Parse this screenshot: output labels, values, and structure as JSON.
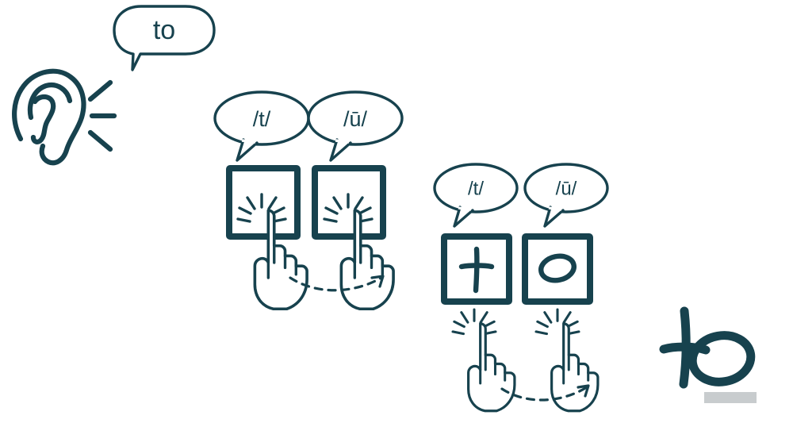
{
  "meta": {
    "title": "Phonics blending sequence: hear the word, tap the sounds, tap the letters, write the word",
    "background_color": "#ffffff",
    "ink_color": "#17424e",
    "highlight_bar_color": "#c8ccce",
    "target_word": "to"
  },
  "listening": {
    "ear_icon_name": "ear-icon",
    "sound_waves_count": 3,
    "spoken_bubble": {
      "text": "to",
      "shape": "stadium",
      "tail_direction": "down-left"
    }
  },
  "steps": [
    {
      "id": "step-1-sounds",
      "caption": "",
      "boxes": [
        {
          "id": "box-1-1",
          "letter": "",
          "phoneme": "/t/",
          "tapped": true
        },
        {
          "id": "box-1-2",
          "letter": "",
          "phoneme": "/ū/",
          "tapped": true
        }
      ],
      "sweep_arrow": {
        "style": "dashed",
        "direction": "left-to-right"
      }
    },
    {
      "id": "step-2-letters",
      "caption": "",
      "boxes": [
        {
          "id": "box-2-1",
          "letter": "t",
          "phoneme": "/t/",
          "tapped": true
        },
        {
          "id": "box-2-2",
          "letter": "o",
          "phoneme": "/ū/",
          "tapped": true
        }
      ],
      "sweep_arrow": {
        "style": "dashed",
        "direction": "left-to-right"
      }
    }
  ],
  "result": {
    "written_word": "to",
    "underline_visible": true
  },
  "icons": {
    "ear": "ear-icon",
    "tap_hand": "tap-hand-icon",
    "tap_burst": "tap-burst-icon",
    "speech_bubble": "speech-bubble-icon",
    "dashed_arrow": "dashed-arrow-icon"
  }
}
